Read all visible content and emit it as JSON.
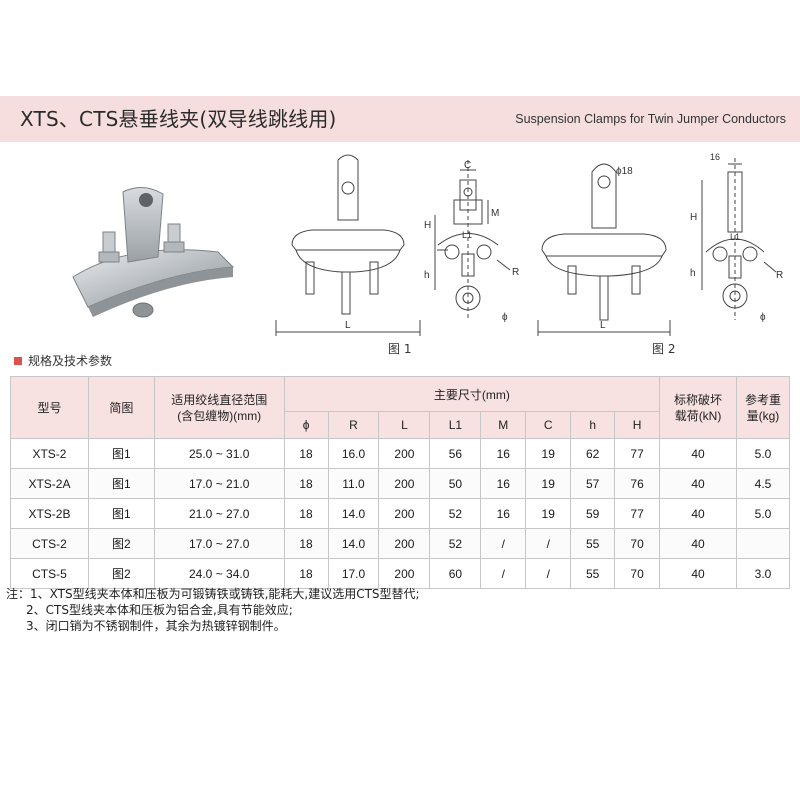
{
  "header": {
    "title_cn": "XTS、CTS悬垂线夹(双导线跳线用)",
    "title_en": "Suspension Clamps for Twin Jumper Conductors"
  },
  "figures": {
    "fig1_label": "图 1",
    "fig2_label": "图 2",
    "dims": {
      "C": "C",
      "M": "M",
      "H": "H",
      "h": "h",
      "L": "L",
      "L1": "L1",
      "R": "R",
      "phi": "ϕ",
      "phi18": "ϕ18",
      "w16": "16"
    }
  },
  "section_title": "规格及技术参数",
  "table": {
    "h_model": "型号",
    "h_fig": "简图",
    "h_range": "适用绞线直径范围\n(含包缠物)(mm)",
    "h_dims": "主要尺寸(mm)",
    "h_load": "标称破坏\n载荷(kN)",
    "h_weight": "参考重\n量(kg)",
    "sub": [
      "ϕ",
      "R",
      "L",
      "L1",
      "M",
      "C",
      "h",
      "H"
    ],
    "rows": [
      {
        "model": "XTS-2",
        "fig": "图1",
        "range": "25.0 ~ 31.0",
        "phi": "18",
        "R": "16.0",
        "L": "200",
        "L1": "56",
        "M": "16",
        "C": "19",
        "h": "62",
        "H": "77",
        "load": "40",
        "weight": "5.0"
      },
      {
        "model": "XTS-2A",
        "fig": "图1",
        "range": "17.0 ~ 21.0",
        "phi": "18",
        "R": "11.0",
        "L": "200",
        "L1": "50",
        "M": "16",
        "C": "19",
        "h": "57",
        "H": "76",
        "load": "40",
        "weight": "4.5"
      },
      {
        "model": "XTS-2B",
        "fig": "图1",
        "range": "21.0 ~ 27.0",
        "phi": "18",
        "R": "14.0",
        "L": "200",
        "L1": "52",
        "M": "16",
        "C": "19",
        "h": "59",
        "H": "77",
        "load": "40",
        "weight": "5.0"
      },
      {
        "model": "CTS-2",
        "fig": "图2",
        "range": "17.0 ~ 27.0",
        "phi": "18",
        "R": "14.0",
        "L": "200",
        "L1": "52",
        "M": "/",
        "C": "/",
        "h": "55",
        "H": "70",
        "load": "40",
        "weight": ""
      },
      {
        "model": "CTS-5",
        "fig": "图2",
        "range": "24.0 ~ 34.0",
        "phi": "18",
        "R": "17.0",
        "L": "200",
        "L1": "60",
        "M": "/",
        "C": "/",
        "h": "55",
        "H": "70",
        "load": "40",
        "weight": "3.0"
      }
    ]
  },
  "notes": [
    "注：1、XTS型线夹本体和压板为可锻铸铁或铸铁,能耗大,建议选用CTS型替代;",
    "2、CTS型线夹本体和压板为铝合金,具有节能效应;",
    "3、闭口销为不锈钢制件，其余为热镀锌钢制件。"
  ]
}
